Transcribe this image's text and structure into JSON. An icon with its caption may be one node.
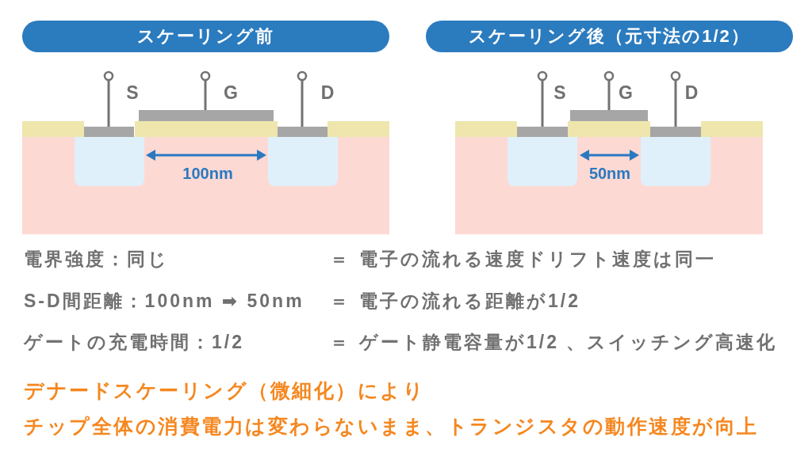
{
  "diagram": {
    "nodes": [
      {
        "text": [
          "スケーリング前"
        ]
      },
      {
        "text": [
          "スケーリング後（元寸法の1/2）"
        ]
      }
    ],
    "labels": [
      "S",
      "G",
      "D",
      "100nm",
      "S",
      "G",
      "D",
      "50nm",
      "電界強度：同じ",
      "＝",
      "電子の流れる速度ドリフト速度は同一",
      "S-D間距離：100nm ➡ 50nm",
      "＝",
      "電子の流れる距離が1/2",
      "ゲートの充電時間：1/2",
      "＝",
      "ゲート静電容量が1/2 、スイッチング高速化",
      "デナードスケーリング（微細化）により",
      "チップ全体の消費電力は変わらないまま、トランジスタの動作速度が向上"
    ]
  }
}
